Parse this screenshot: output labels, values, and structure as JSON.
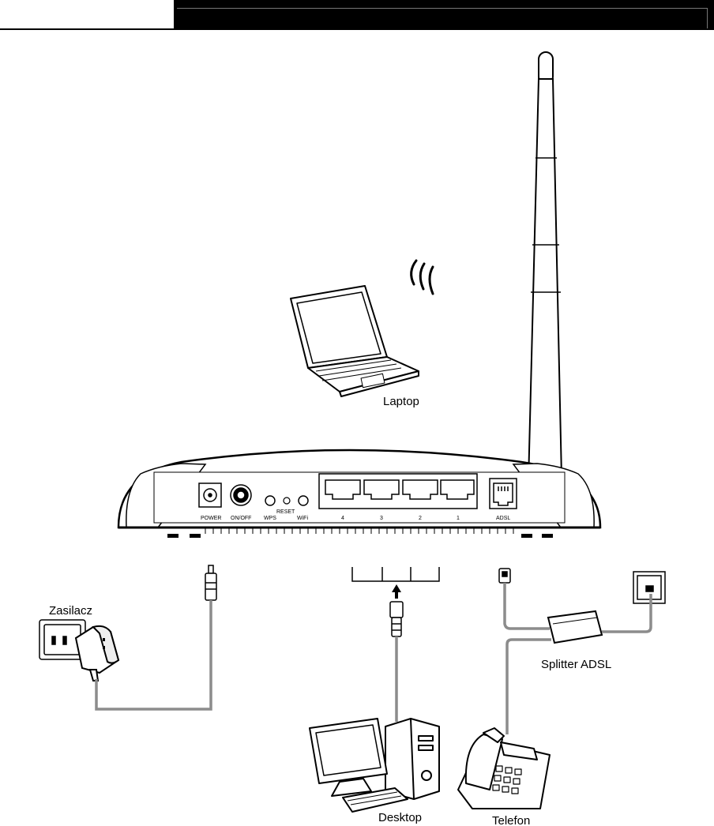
{
  "labels": {
    "laptop": "Laptop",
    "power_adapter": "Zasilacz",
    "splitter": "Splitter ADSL",
    "desktop": "Desktop",
    "phone": "Telefon"
  },
  "router_ports": {
    "power": "POWER",
    "on_off": "ON/OFF",
    "wps": "WPS",
    "reset": "RESET",
    "wifi": "WiFi",
    "lan4": "4",
    "lan3": "3",
    "lan2": "2",
    "lan1": "1",
    "adsl": "ADSL"
  },
  "colors": {
    "header_black": "#000000",
    "cable_gray": "#8c8c8c",
    "line": "#000000"
  },
  "icons": [
    "wifi-waves-icon",
    "up-arrow-icon"
  ]
}
